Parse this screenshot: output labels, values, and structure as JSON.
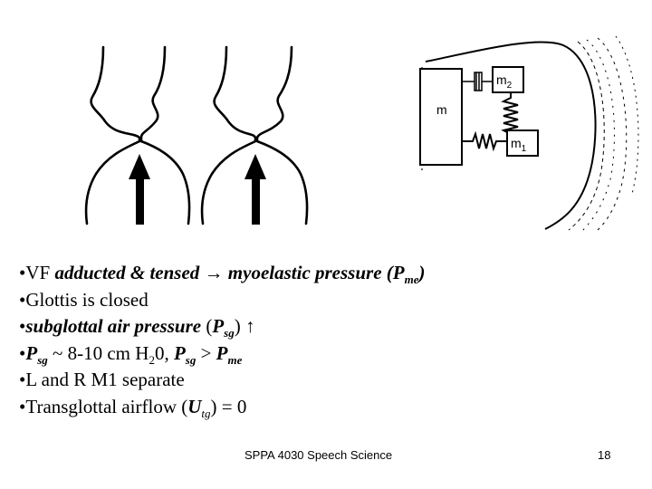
{
  "figures": {
    "model": {
      "labels": {
        "mass_main": "m",
        "mass_upper": "m",
        "mass_upper_sub": "2",
        "mass_lower": "m",
        "mass_lower_sub": "1"
      }
    }
  },
  "bullets": [
    {
      "marker": "•",
      "text_a": "VF ",
      "text_b": "adducted & tensed → myoelastic pressure (P",
      "sub": "me",
      "text_c": ")"
    },
    {
      "marker": "•",
      "text": "Glottis is closed"
    },
    {
      "marker": "•",
      "text_a": "subglottal air pressure ",
      "text_b": "(",
      "text_c": "P",
      "sub": "sg",
      "text_d": ") ↑"
    },
    {
      "marker": "•",
      "p1": "P",
      "s1": "sg",
      "t1": " ~ 8-10 cm H",
      "s2": "2",
      "t2": "0, ",
      "p2": "P",
      "s3": "sg",
      "t3": " > ",
      "p3": "P",
      "s4": "me"
    },
    {
      "marker": "•",
      "text": "L and R M1 separate"
    },
    {
      "marker": "•",
      "text_a": "Transglottal airflow (",
      "it": "U",
      "sub": "tg",
      "text_b": ") = 0"
    }
  ],
  "footer": {
    "title": "SPPA 4030 Speech Science",
    "page": "18"
  }
}
